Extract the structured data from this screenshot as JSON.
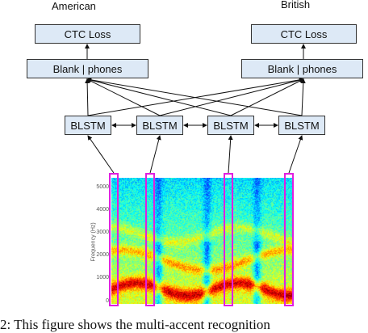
{
  "diagram": {
    "headers": {
      "left": "American",
      "right": "British"
    },
    "top_boxes": {
      "left_loss": "CTC Loss",
      "right_loss": "CTC Loss",
      "left_blank": "Blank | phones",
      "right_blank": "Blank | phones"
    },
    "blstm_boxes": [
      "BLSTM",
      "BLSTM",
      "BLSTM",
      "BLSTM"
    ],
    "spectrogram": {
      "y_ticks": [
        "0",
        "1000",
        "2000",
        "3000",
        "4000",
        "5000"
      ],
      "y_axis_title": "Frequency (Hz)",
      "highlight_color": "#e020e0"
    },
    "caption": "2:  This figure shows the multi-accent recognition"
  },
  "colors": {
    "box_fill": "#dde9f6",
    "box_border": "#333333",
    "edge": "#111111"
  }
}
